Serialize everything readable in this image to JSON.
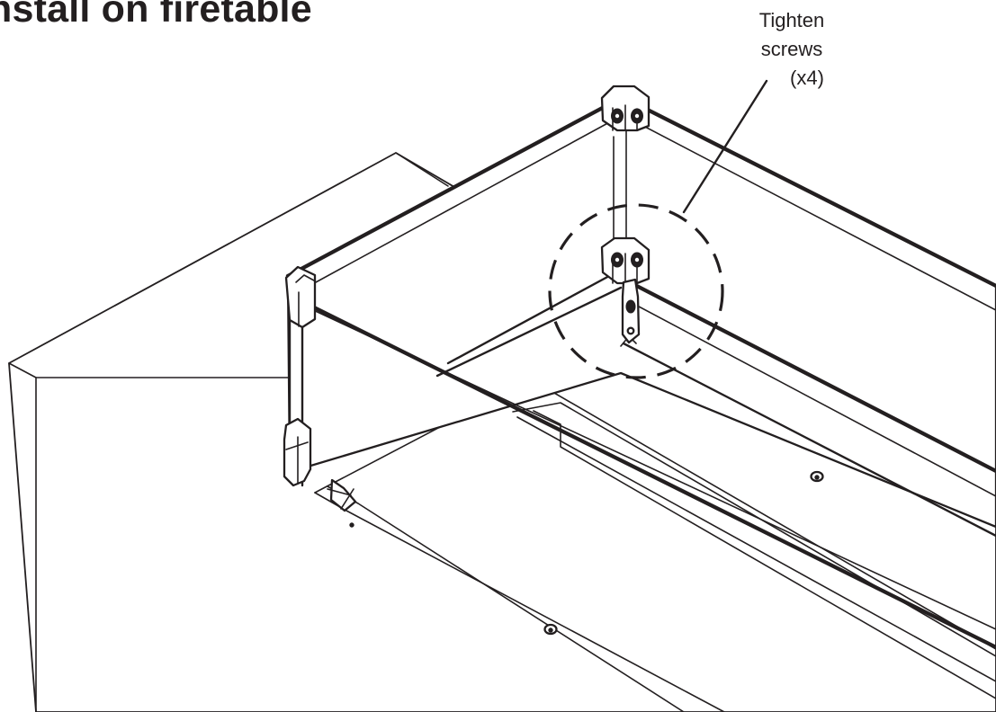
{
  "heading": {
    "title": "nstall on firetable"
  },
  "callout": {
    "line1": "Tighten",
    "line2": "screws",
    "quantity": "(x4)"
  },
  "illustration": {
    "subject": "corner-bracket-screws",
    "screw_count": 4,
    "line_color": "#231f20"
  }
}
